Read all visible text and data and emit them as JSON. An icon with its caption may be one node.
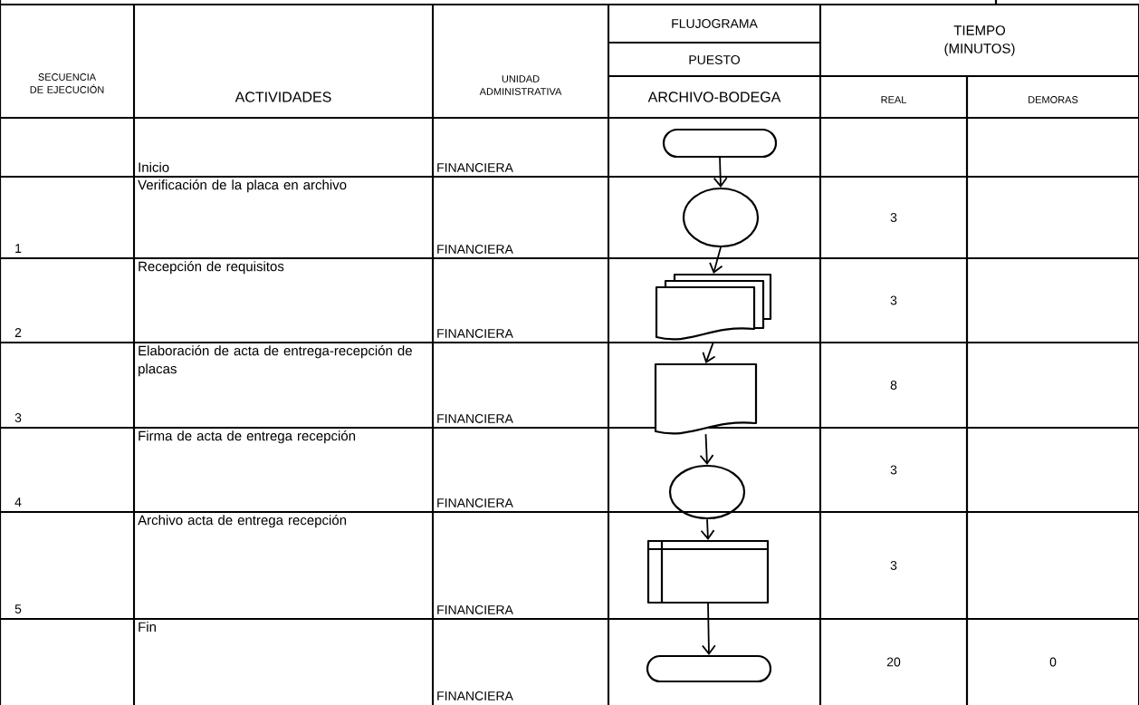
{
  "diagram": {
    "nodes": [
      {
        "text": [],
        "shape": "capsule"
      },
      {
        "text": [],
        "shape": "ellipse"
      },
      {
        "text": [],
        "shape": "documents"
      },
      {
        "text": [],
        "shape": "document"
      },
      {
        "text": [],
        "shape": "ellipse"
      },
      {
        "text": [],
        "shape": "box"
      },
      {
        "text": [],
        "shape": "capsule"
      }
    ],
    "edges": [
      {
        "from": 0,
        "to": 1,
        "arrow": "to"
      },
      {
        "from": 1,
        "to": 2,
        "arrow": "to"
      },
      {
        "from": 2,
        "to": 3,
        "arrow": "to"
      },
      {
        "from": 3,
        "to": 4,
        "arrow": "to"
      },
      {
        "from": 4,
        "to": 5,
        "arrow": "to"
      },
      {
        "from": 5,
        "to": 6,
        "arrow": "to"
      }
    ],
    "labels": [
      "SECUENCIA DE EJECUCIÓN",
      "ACTIVIDADES",
      "UNIDAD ADMINISTRATIVA",
      "FLUJOGRAMA",
      "TIEMPO (MINUTOS)",
      "PUESTO",
      "ARCHIVO-BODEGA",
      "REAL",
      "DEMORAS",
      "Inicio",
      "FINANCIERA",
      "1",
      "Verificación de la placa en archivo",
      "FINANCIERA",
      "3",
      "2",
      "Recepción de requisitos",
      "FINANCIERA",
      "3",
      "3",
      "Elaboración de acta de entrega-recepción de placas",
      "FINANCIERA",
      "8",
      "4",
      "Firma de acta de entrega recepción",
      "FINANCIERA",
      "3",
      "5",
      "Archivo acta de entrega recepción",
      "FINANCIERA",
      "3",
      "Fin",
      "FINANCIERA",
      "20",
      "0"
    ]
  }
}
